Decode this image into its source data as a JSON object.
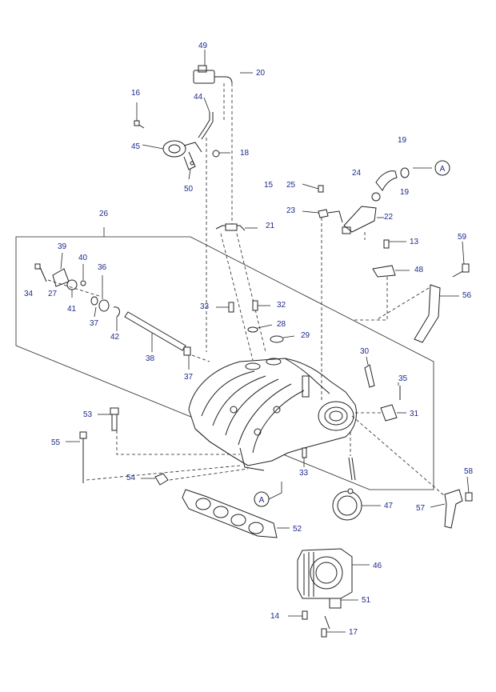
{
  "callouts": {
    "c49": "49",
    "c20": "20",
    "c16": "16",
    "c44": "44",
    "c45": "45",
    "c18": "18",
    "c50": "50",
    "c19a": "19",
    "c19b": "19",
    "c24": "24",
    "c15": "15",
    "c25": "25",
    "c23": "23",
    "c22": "22",
    "c26": "26",
    "c21": "21",
    "c13": "13",
    "c59": "59",
    "c48": "48",
    "c56": "56",
    "c39": "39",
    "c40": "40",
    "c36": "36",
    "c34": "34",
    "c27": "27",
    "c41": "41",
    "c37a": "37",
    "c42": "42",
    "c38": "38",
    "c37b": "37",
    "c33a": "33",
    "c32": "32",
    "c28": "28",
    "c29": "29",
    "c30": "30",
    "c35": "35",
    "c31": "31",
    "c53": "53",
    "c55": "55",
    "c33b": "33",
    "c54": "54",
    "c58": "58",
    "c47": "47",
    "c57": "57",
    "c52": "52",
    "c46": "46",
    "c51": "51",
    "c14": "14",
    "c17": "17"
  },
  "refs": {
    "refA_top": "A",
    "refA_bottom": "A"
  }
}
